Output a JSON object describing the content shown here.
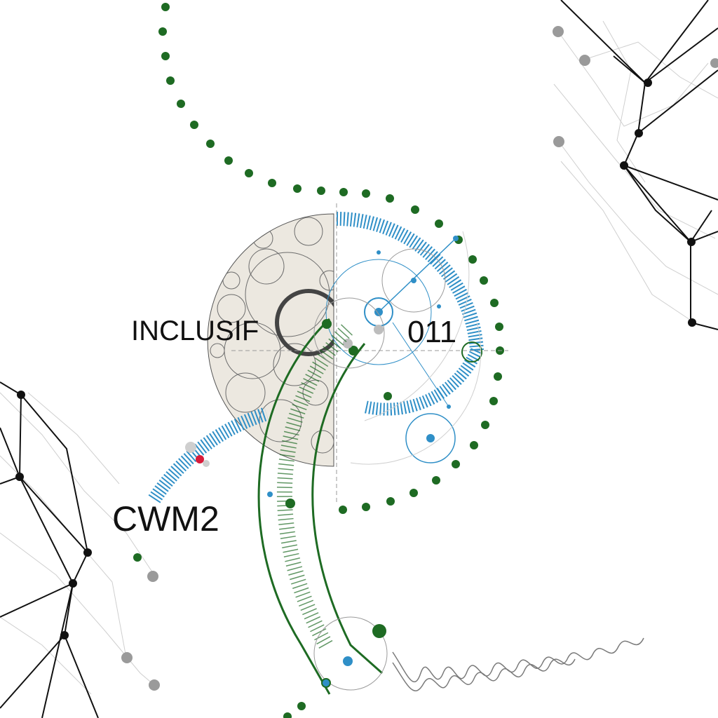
{
  "labels": {
    "inclusif": "INCLUSIF",
    "code": "011",
    "cwm2": "CWM2"
  },
  "colors": {
    "green": "#1e6b23",
    "blue": "#2f8fc7",
    "black": "#111111",
    "gray": "#9a9a9a",
    "red": "#d81b3a",
    "lightgray": "#cfcfcf"
  },
  "icons": [
    "network-graph",
    "dotted-spiral",
    "circle-packing-sphere",
    "blueprint-dial",
    "coil-spring"
  ]
}
